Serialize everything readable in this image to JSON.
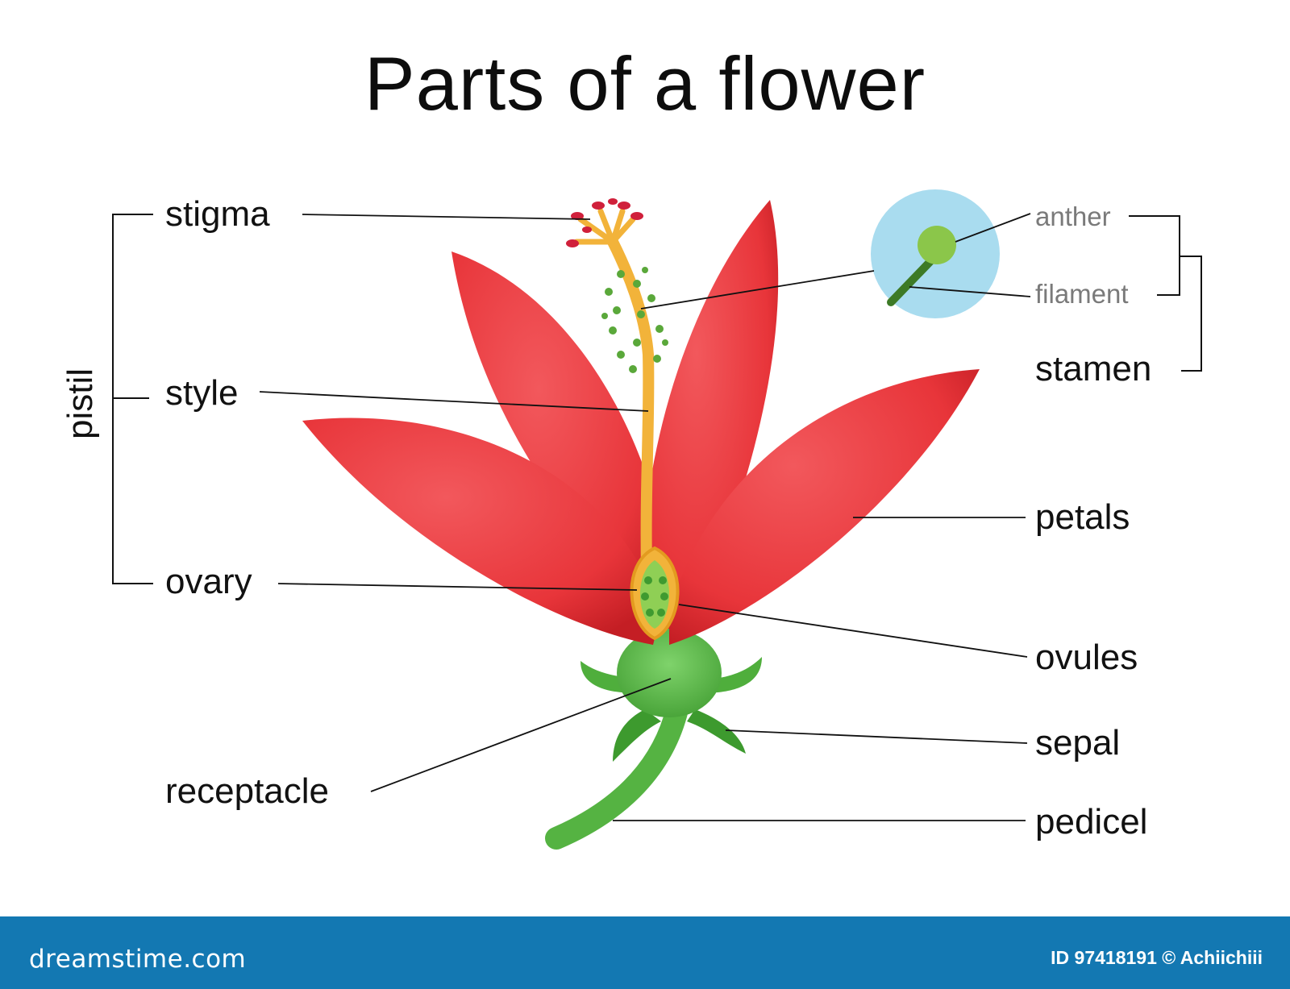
{
  "title": "Parts of a flower",
  "labels": {
    "stigma": "stigma",
    "style": "style",
    "ovary": "ovary",
    "pistil": "pistil",
    "receptacle": "receptacle",
    "anther": "anther",
    "filament": "filament",
    "stamen": "stamen",
    "petals": "petals",
    "ovules": "ovules",
    "sepal": "sepal",
    "pedicel": "pedicel"
  },
  "footer": {
    "brand": "dreamstime.com",
    "image_id": "ID 97418191 © Achiichiii"
  },
  "colors": {
    "petal": "#e8353a",
    "petal_dark": "#c41e24",
    "style": "#f2b33a",
    "green": "#5fbf4a",
    "dark_green": "#3d8a2e",
    "zoom_circle": "#a9dcef",
    "footer": "#1378b2"
  }
}
